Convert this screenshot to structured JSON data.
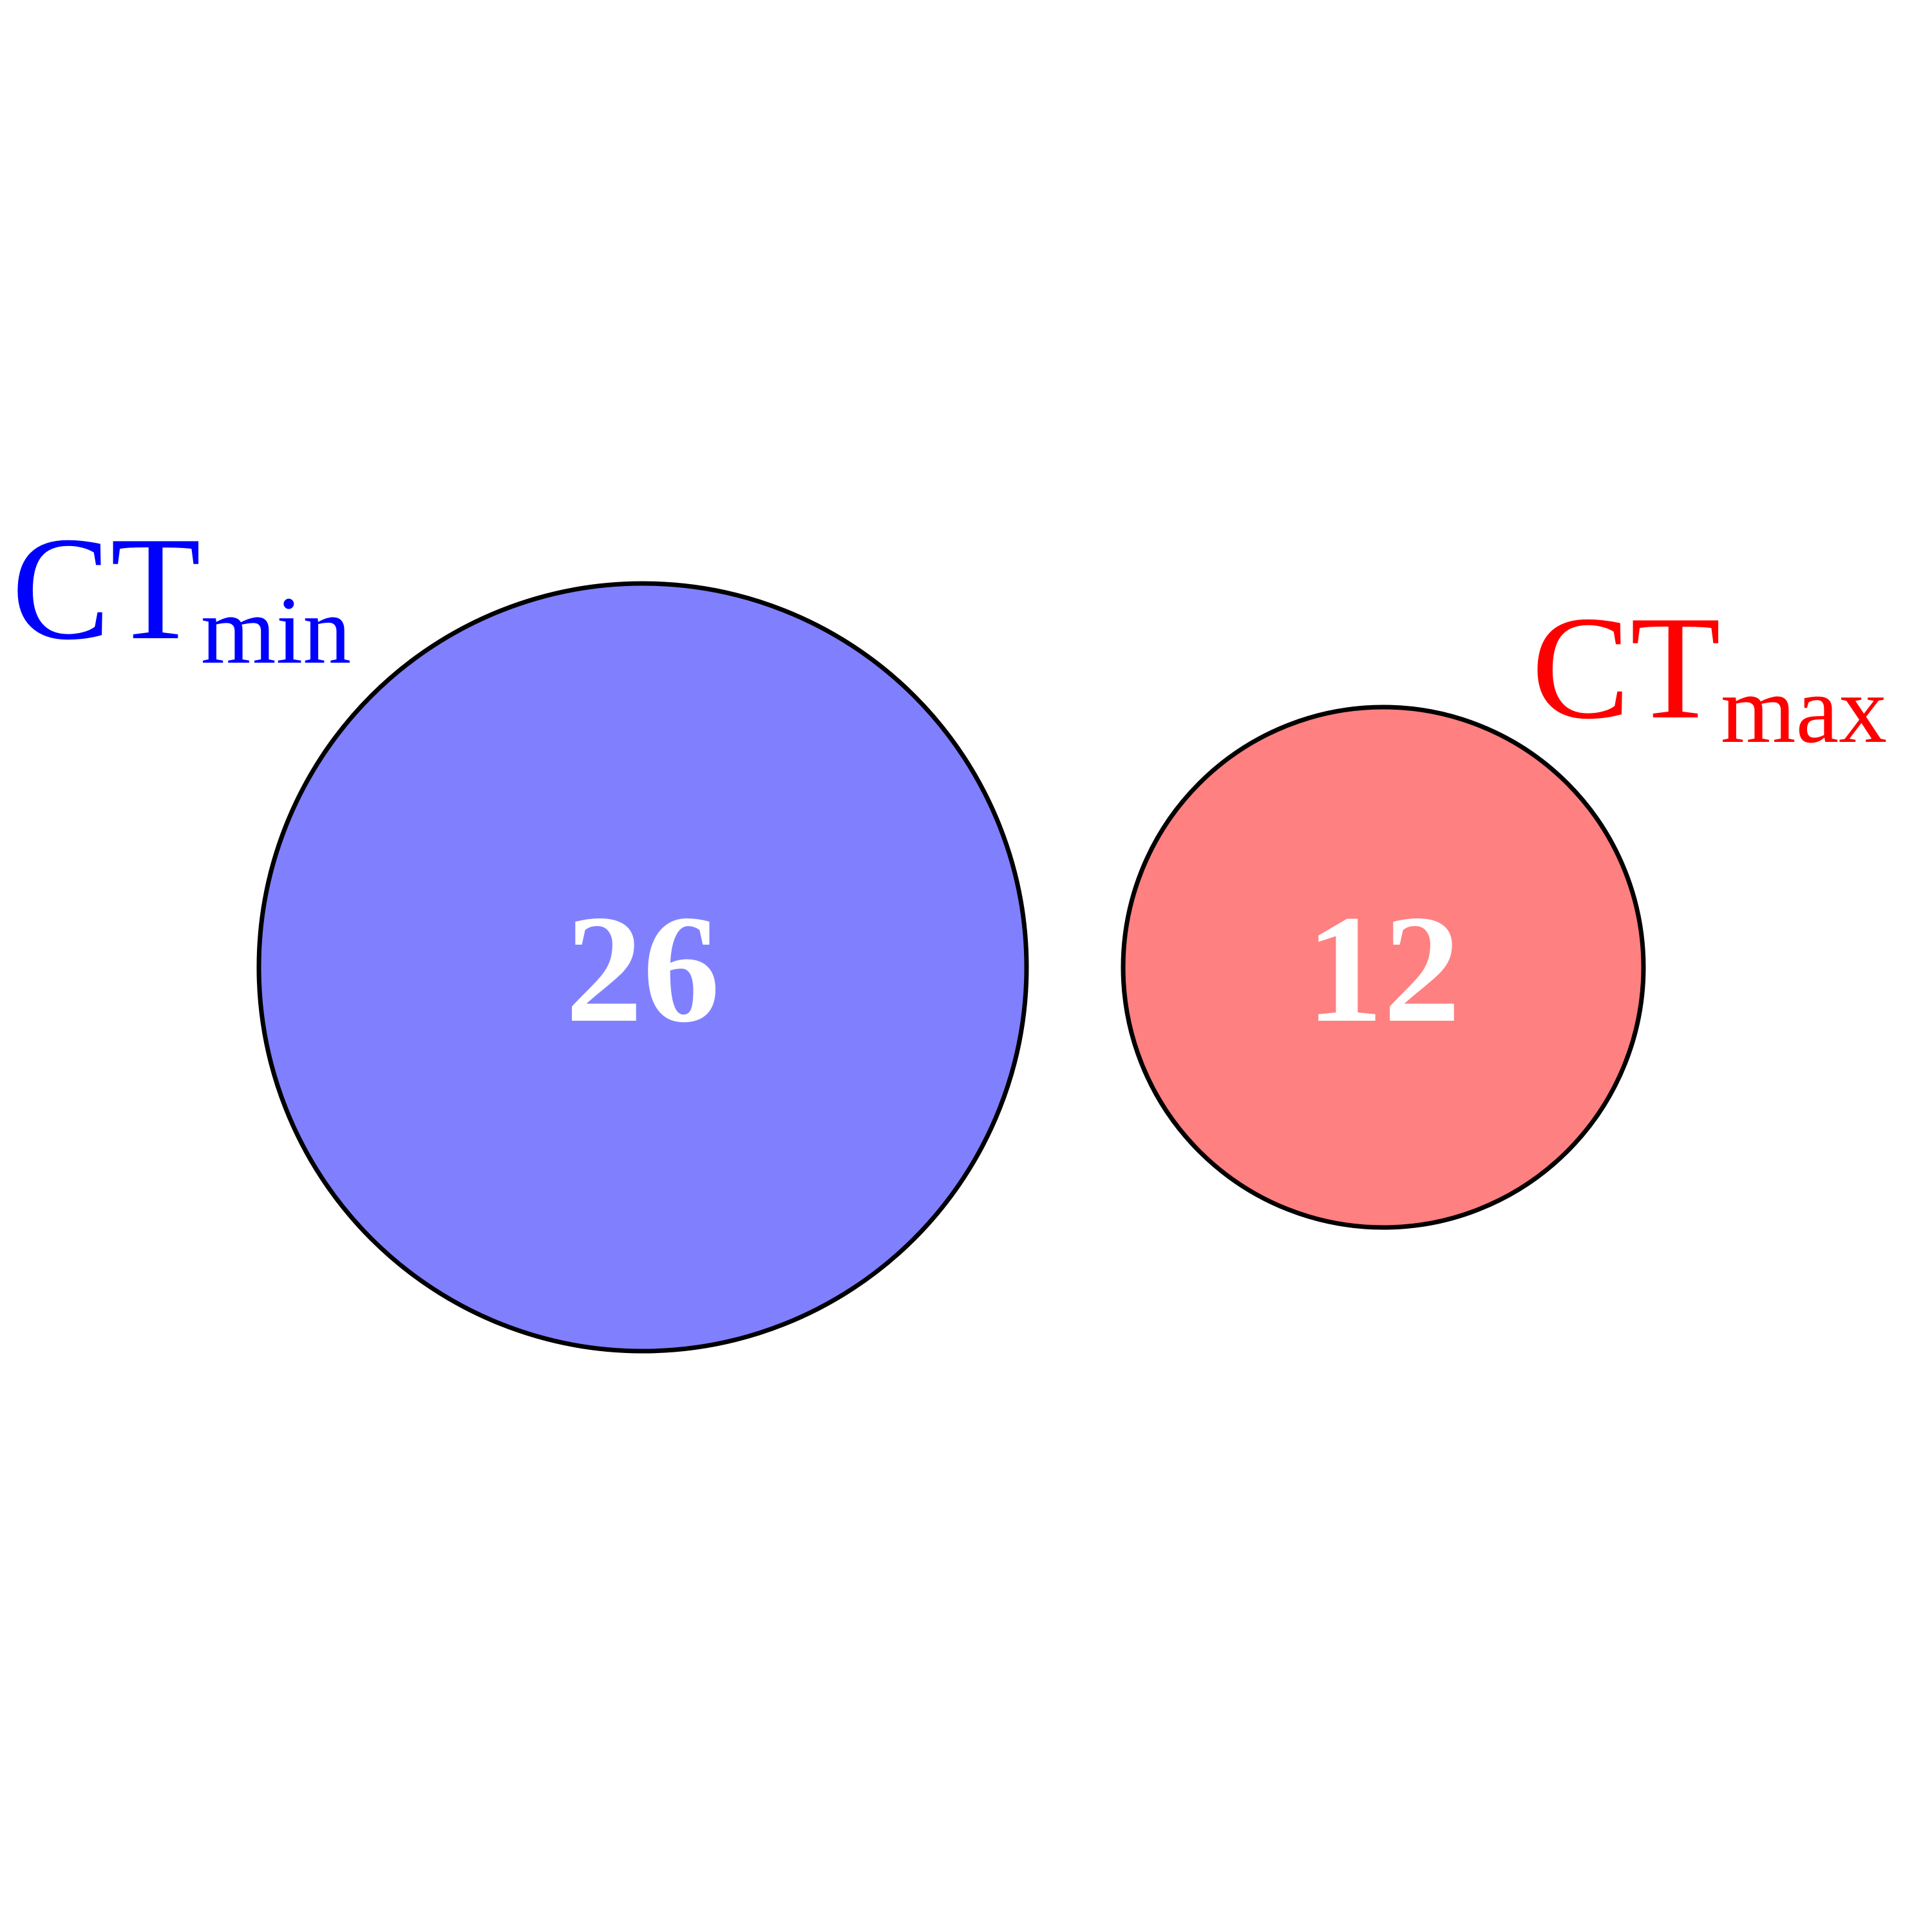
{
  "sets": [
    {
      "id": "ctmin",
      "label_main": "CT",
      "label_sub": "min",
      "count": "26",
      "fill_color": "#8080ff",
      "label_color": "#0000ff"
    },
    {
      "id": "ctmax",
      "label_main": "CT",
      "label_sub": "max",
      "count": "12",
      "fill_color": "#ff8080",
      "label_color": "#ff0000"
    }
  ],
  "outline_color": "#000000",
  "count_color": "#ffffff"
}
